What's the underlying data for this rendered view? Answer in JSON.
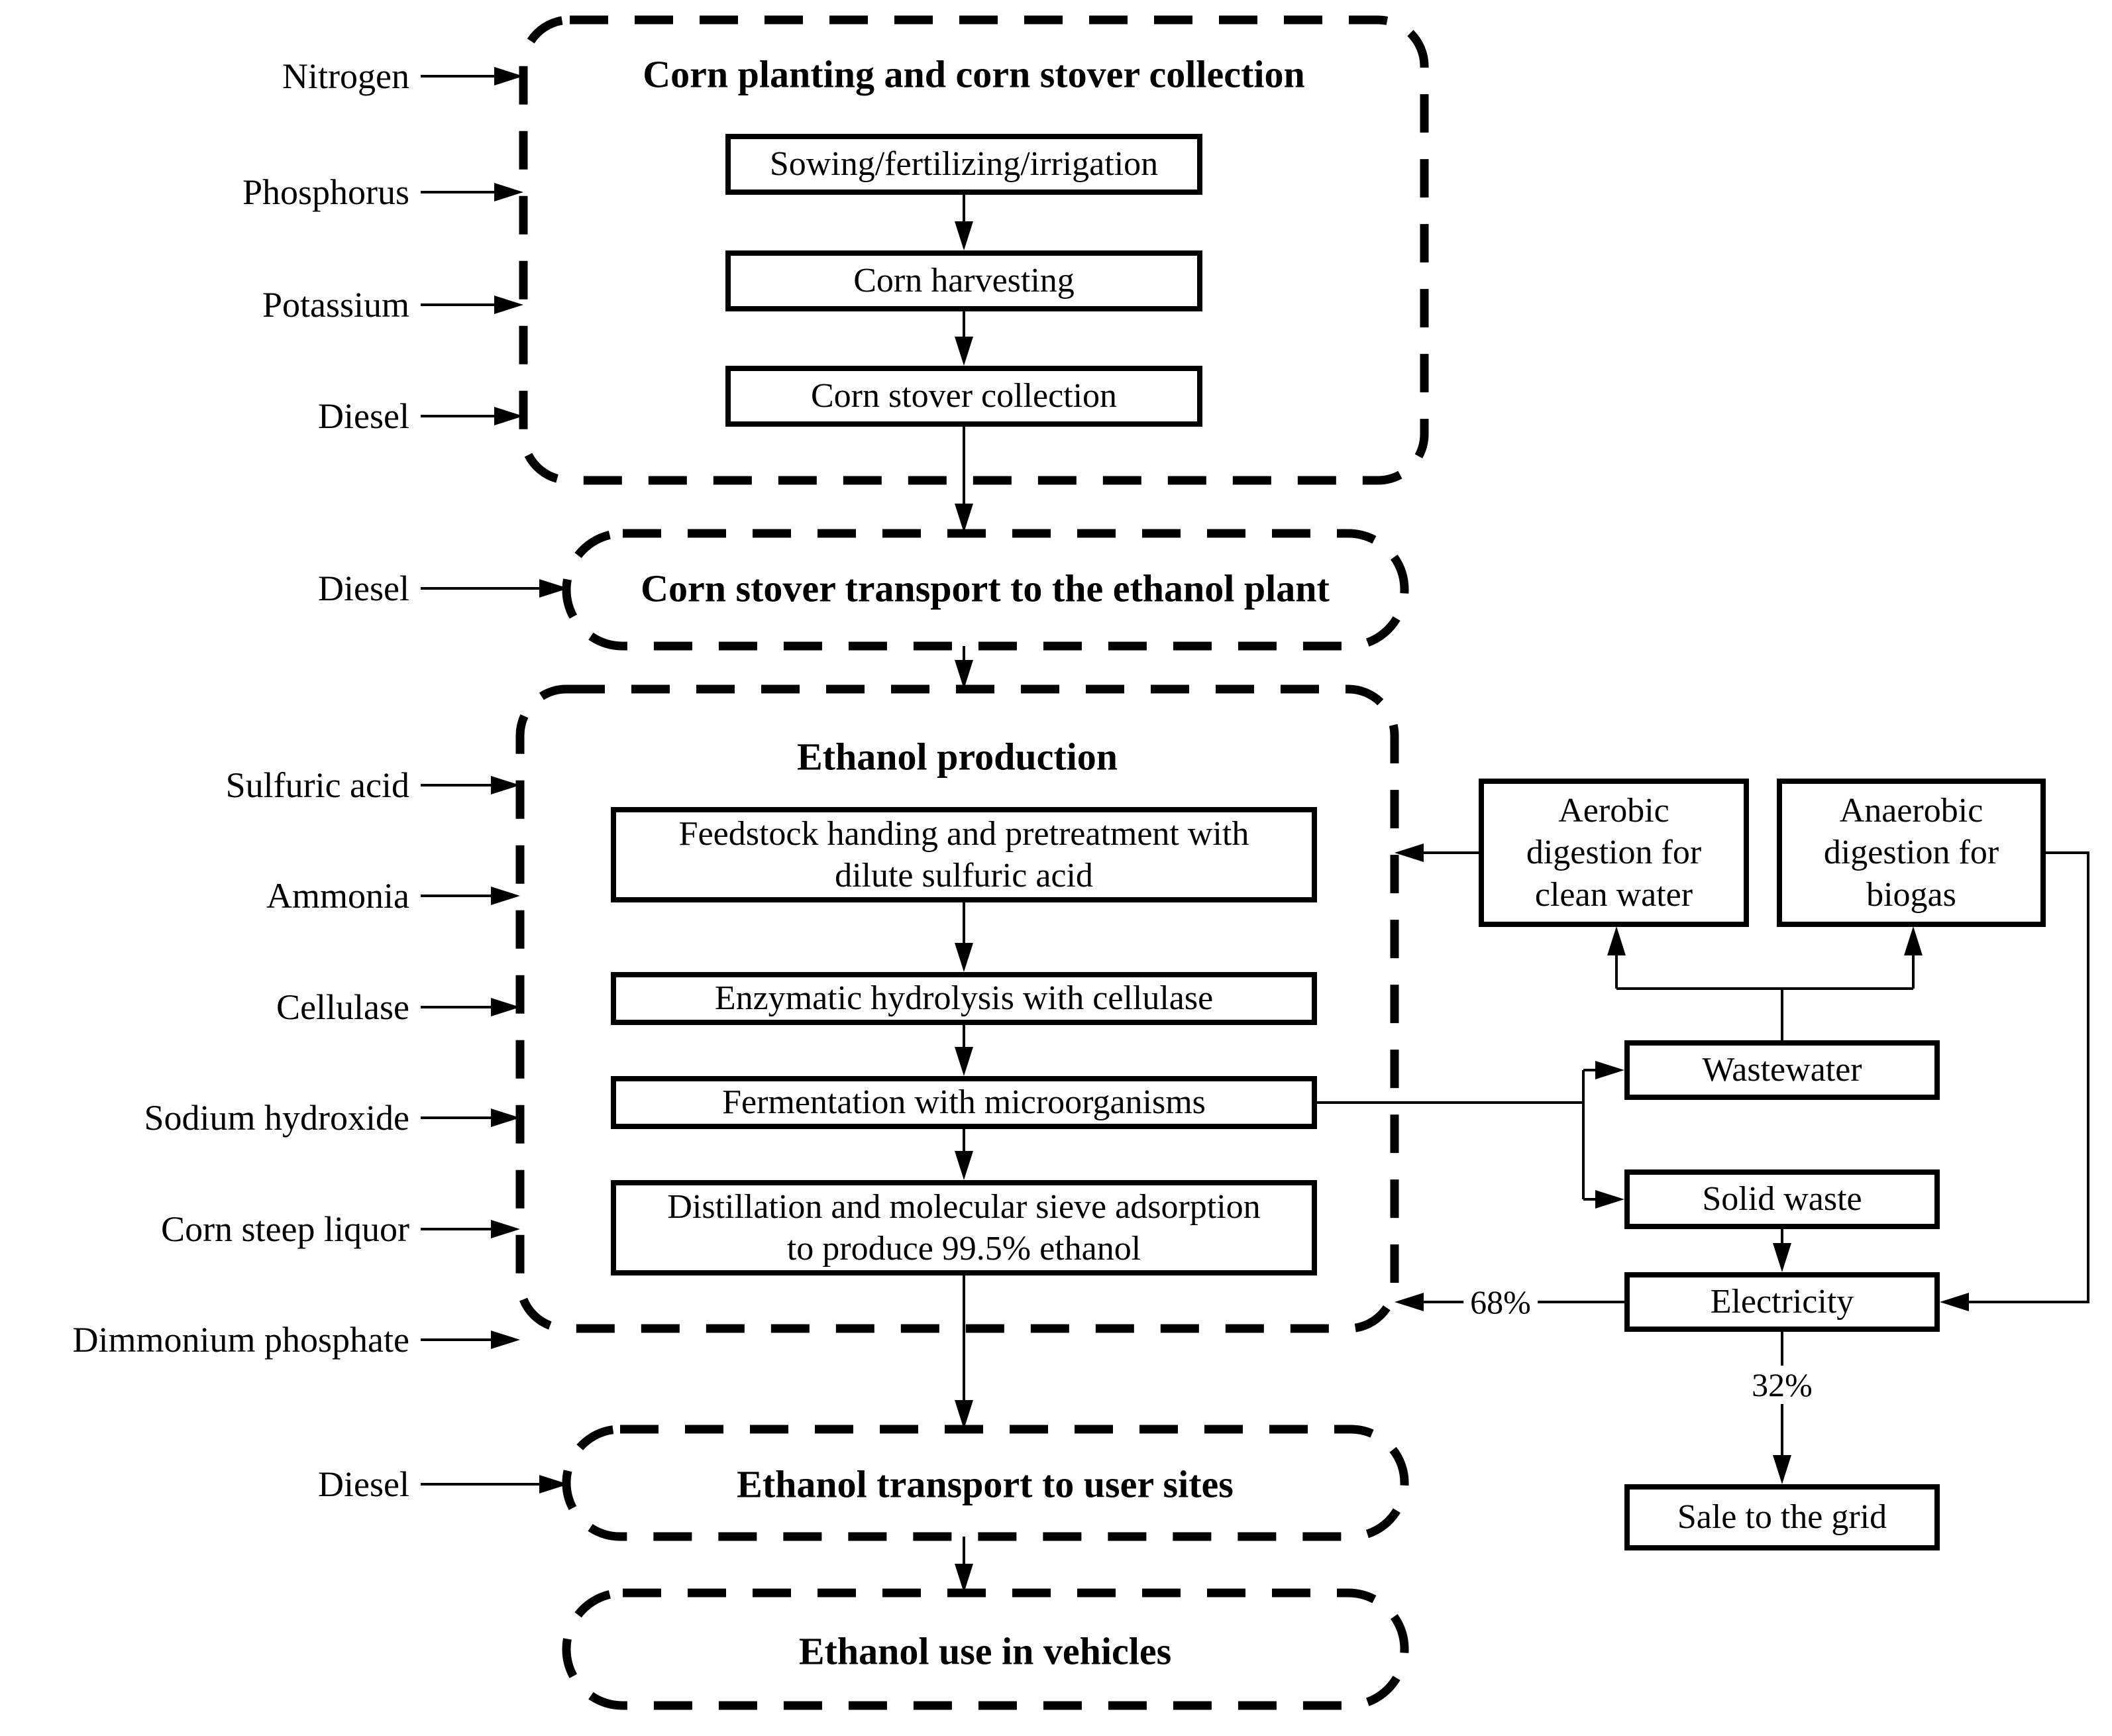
{
  "page": {
    "background": "#ffffff",
    "line_color": "#000000"
  },
  "stage1": {
    "title": "Corn planting and corn stover collection",
    "steps": [
      "Sowing/fertilizing/irrigation",
      "Corn harvesting",
      "Corn stover collection"
    ],
    "inputs": [
      "Nitrogen",
      "Phosphorus",
      "Potassium",
      "Diesel"
    ]
  },
  "stage2": {
    "title": "Corn stover transport to the ethanol plant",
    "inputs": [
      "Diesel"
    ]
  },
  "stage3": {
    "title": "Ethanol production",
    "steps": [
      "Feedstock handing and pretreatment with dilute sulfuric acid",
      "Enzymatic hydrolysis with cellulase",
      "Fermentation with microorganisms",
      "Distillation and molecular sieve adsorption to produce 99.5% ethanol"
    ],
    "inputs": [
      "Sulfuric acid",
      "Ammonia",
      "Cellulase",
      "Sodium hydroxide",
      "Corn steep liquor",
      "Dimmonium phosphate"
    ]
  },
  "stage4": {
    "title": "Ethanol transport to user sites",
    "inputs": [
      "Diesel"
    ]
  },
  "stage5": {
    "title": "Ethanol use in vehicles"
  },
  "byproducts": {
    "aerobic": "Aerobic digestion for clean water",
    "anaerobic": "Anaerobic digestion for biogas",
    "wastewater": "Wastewater",
    "solid_waste": "Solid waste",
    "electricity": "Electricity",
    "sale_to_grid": "Sale to the grid",
    "electricity_to_plant_pct": "68%",
    "electricity_to_grid_pct": "32%"
  }
}
